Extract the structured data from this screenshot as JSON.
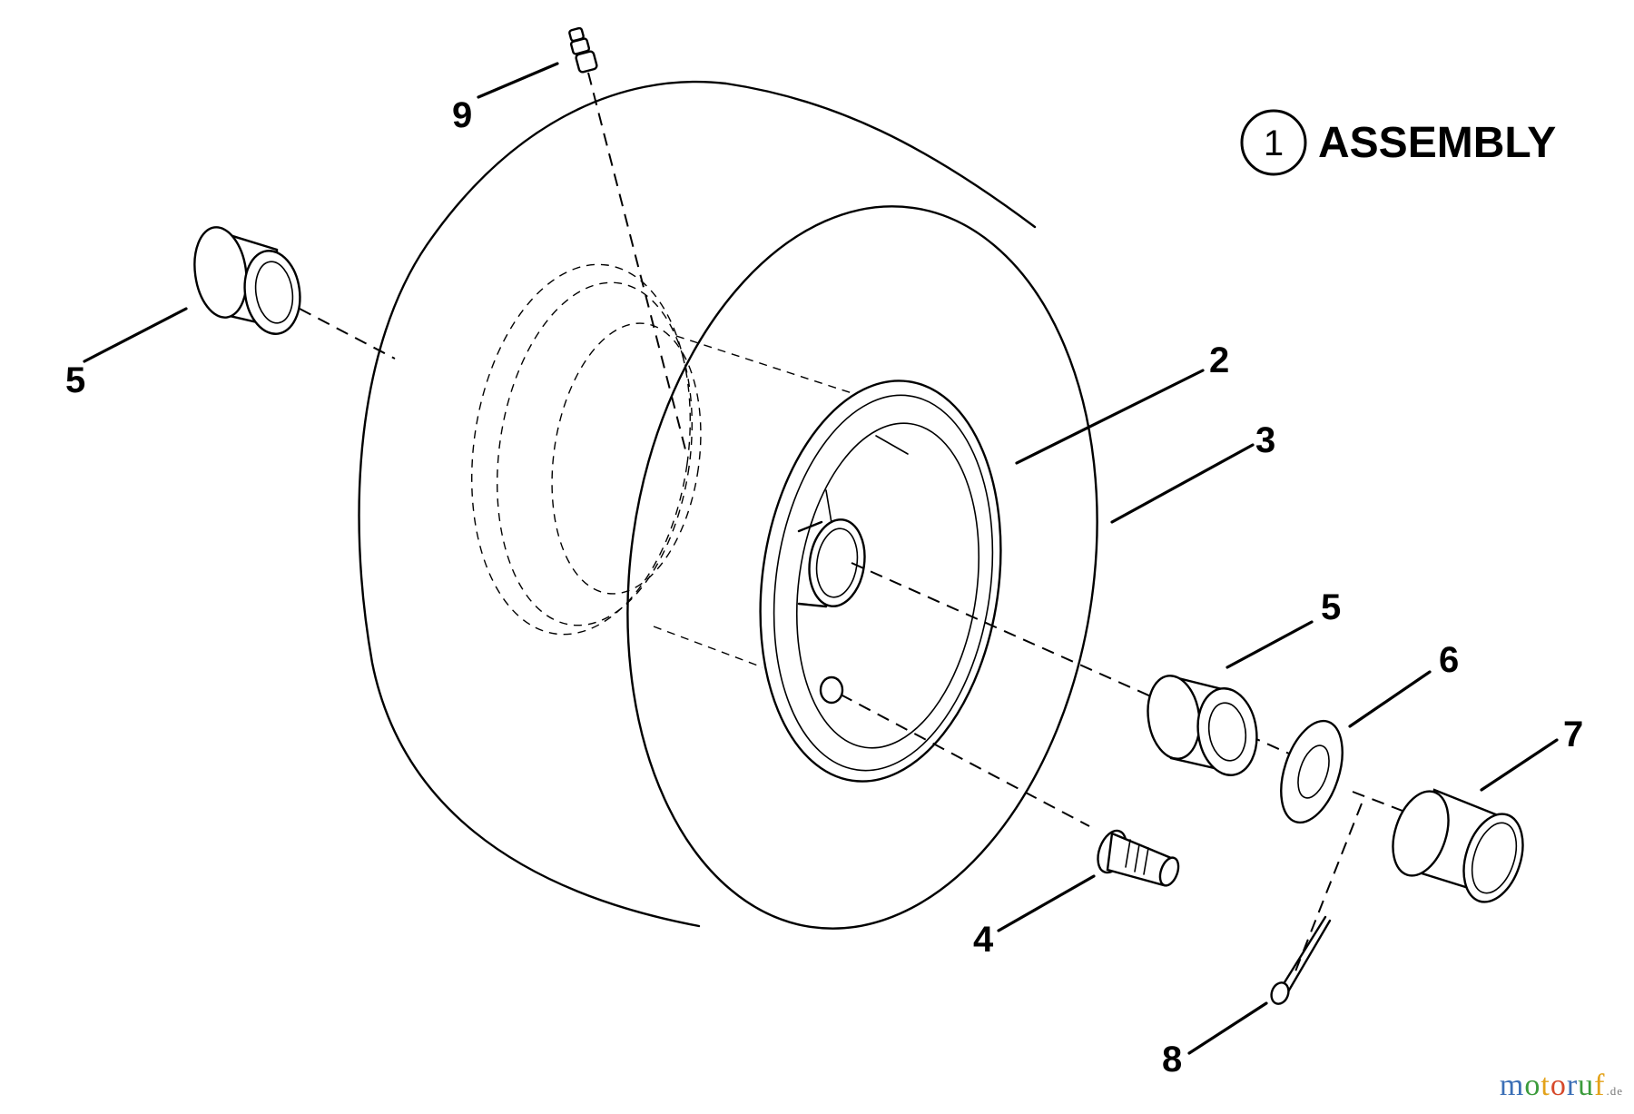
{
  "title": {
    "circled_number": "1",
    "label": "ASSEMBLY"
  },
  "callouts": [
    {
      "id": "callout-9",
      "label": "9"
    },
    {
      "id": "callout-5-left",
      "label": "5"
    },
    {
      "id": "callout-2",
      "label": "2"
    },
    {
      "id": "callout-3",
      "label": "3"
    },
    {
      "id": "callout-5-right",
      "label": "5"
    },
    {
      "id": "callout-6",
      "label": "6"
    },
    {
      "id": "callout-7",
      "label": "7"
    },
    {
      "id": "callout-4",
      "label": "4"
    },
    {
      "id": "callout-8",
      "label": "8"
    }
  ],
  "watermark": {
    "text": "motoruf",
    "suffix": ".de",
    "letter_colors": [
      "#3b6fb6",
      "#3b9b3b",
      "#e3a21a",
      "#d6492b",
      "#3b6fb6",
      "#3b9b3b",
      "#e3a21a"
    ]
  }
}
